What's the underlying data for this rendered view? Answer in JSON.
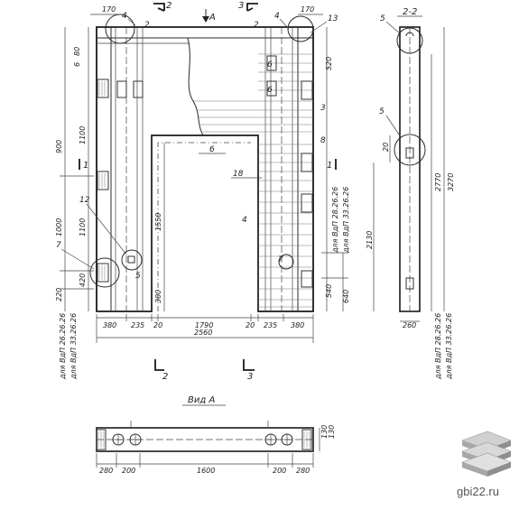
{
  "section_markers": {
    "s1": "1",
    "s2": "2",
    "s3": "3",
    "viewA": "A"
  },
  "section_title": "2-2",
  "view_title": "Вид А",
  "callouts": [
    "4",
    "2",
    "4",
    "13",
    "5",
    "6",
    "3",
    "8",
    "6",
    "18",
    "7",
    "12",
    "5",
    "7",
    "3",
    "6"
  ],
  "dims_top": [
    "170",
    "170"
  ],
  "dims_left": [
    "80",
    "6",
    "900",
    "1100",
    "1000",
    "1100",
    "420",
    "220"
  ],
  "dims_mid": [
    "1550",
    "300"
  ],
  "dims_right": [
    "520",
    "540",
    "640",
    "2130",
    "20",
    "2770",
    "3270"
  ],
  "dims_bottom_row": [
    "380",
    "235",
    "20",
    "1790",
    "20",
    "235",
    "380"
  ],
  "dims_bottom_total": "2560",
  "dims_section_width": "260",
  "dims_view": [
    "280",
    "200",
    "1600",
    "200",
    "280"
  ],
  "dims_view_right": [
    "130",
    "130"
  ],
  "vertical_labels": {
    "left_a": "для ВдП 26.26.26",
    "left_b": "для ВдП 33.26.26",
    "mid_a": "для ВдП 28.26.26",
    "mid_b": "для ВдП 33.26.26",
    "sec_a": "для ВдП 28.26.26",
    "sec_b": "для ВдП 33.26.26"
  },
  "website": "gbi22.ru",
  "logo_icon": "stacked-slabs-icon"
}
